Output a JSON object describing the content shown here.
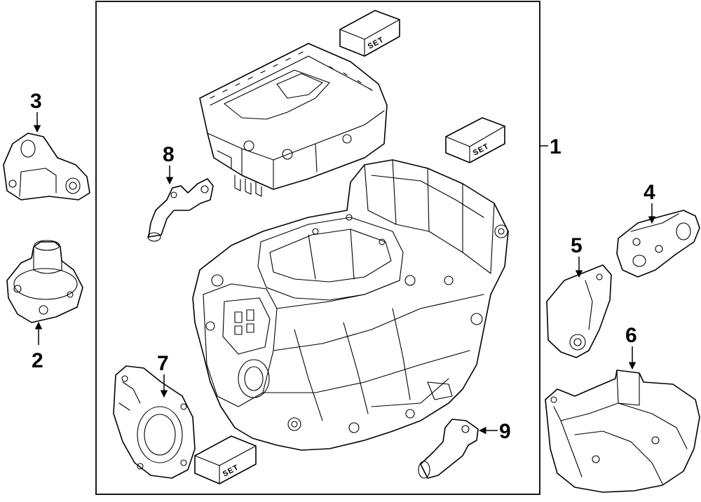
{
  "callouts": {
    "c1": "1",
    "c2": "2",
    "c3": "3",
    "c4": "4",
    "c5": "5",
    "c6": "6",
    "c7": "7",
    "c8": "8",
    "c9": "9"
  },
  "set_label": "SET"
}
